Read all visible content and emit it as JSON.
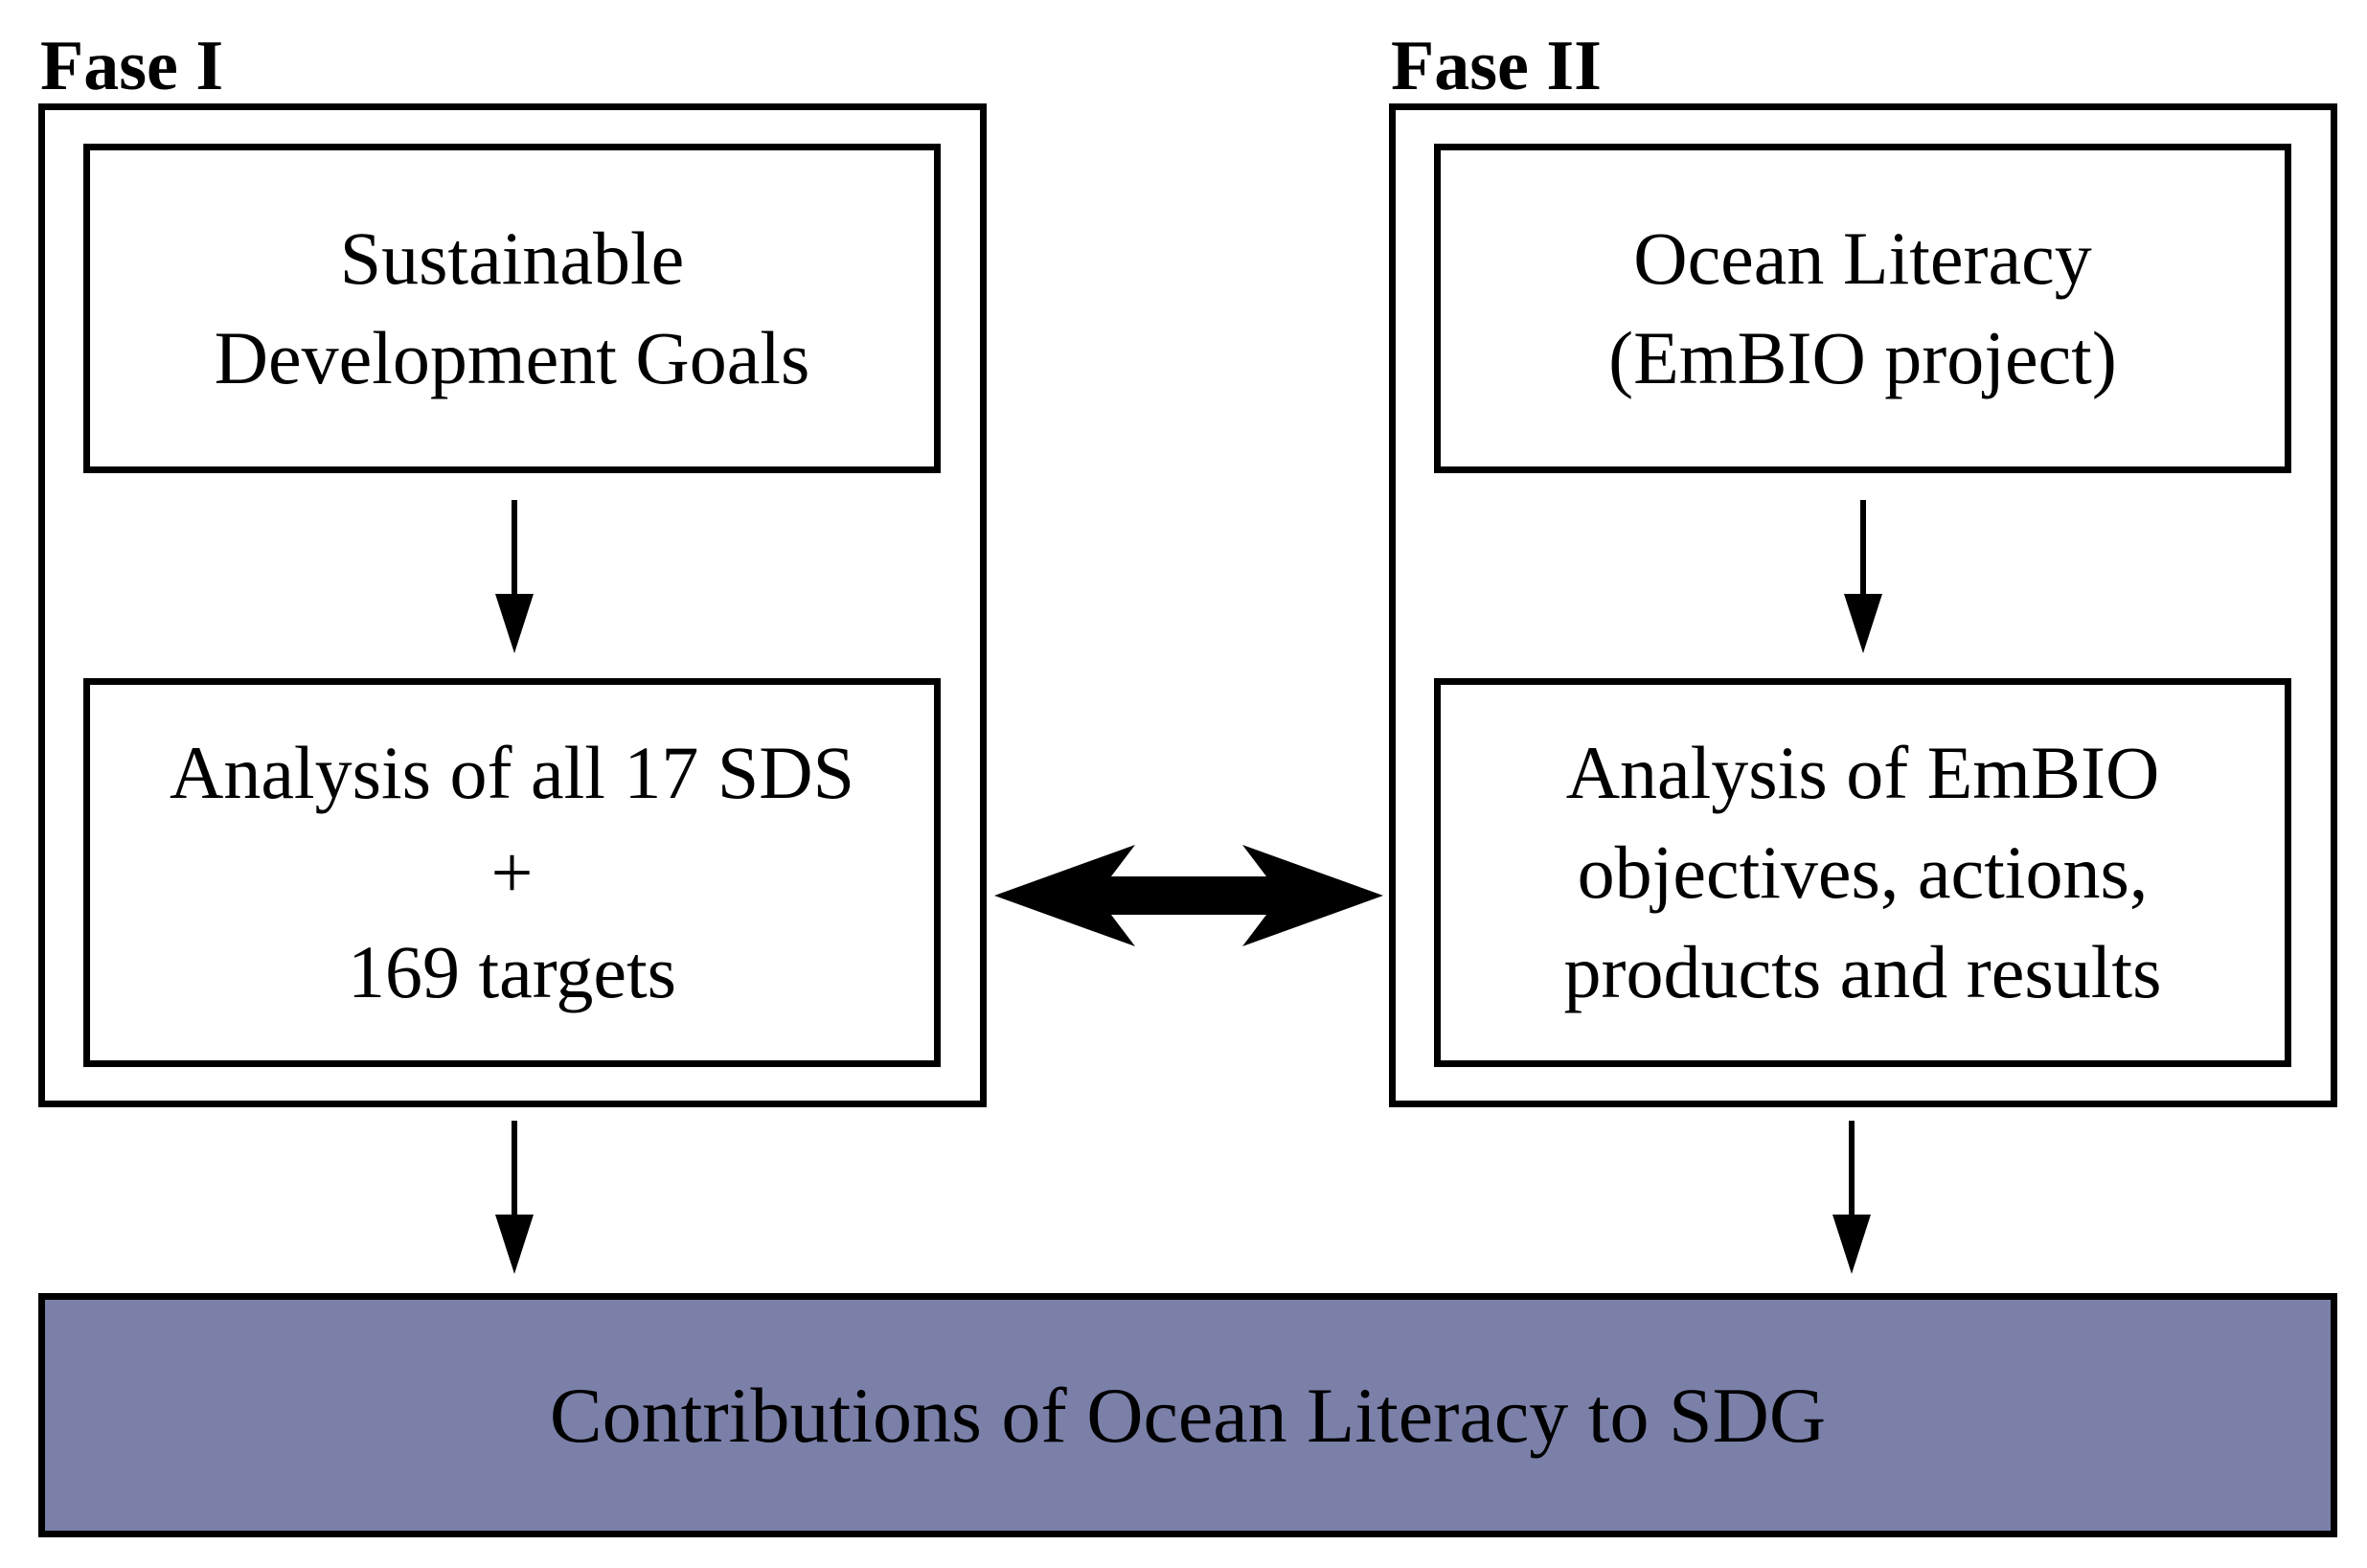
{
  "phase1": {
    "label": "Fase I",
    "top_box": {
      "line1": "Sustainable",
      "line2": "Development Goals"
    },
    "bottom_box": {
      "line1": "Analysis of all 17 SDS",
      "line2": "+",
      "line3": "169 targets"
    }
  },
  "phase2": {
    "label": "Fase II",
    "top_box": {
      "line1": "Ocean Literacy",
      "line2": "(EmBIO project)"
    },
    "bottom_box": {
      "line1": "Analysis of EmBIO",
      "line2": "objectives, actions,",
      "line3": "products and results"
    }
  },
  "result": {
    "label": "Contributions of Ocean Literacy to SDG"
  },
  "colors": {
    "result_fill": "#7a80a8",
    "line": "#000000",
    "background": "#ffffff"
  }
}
